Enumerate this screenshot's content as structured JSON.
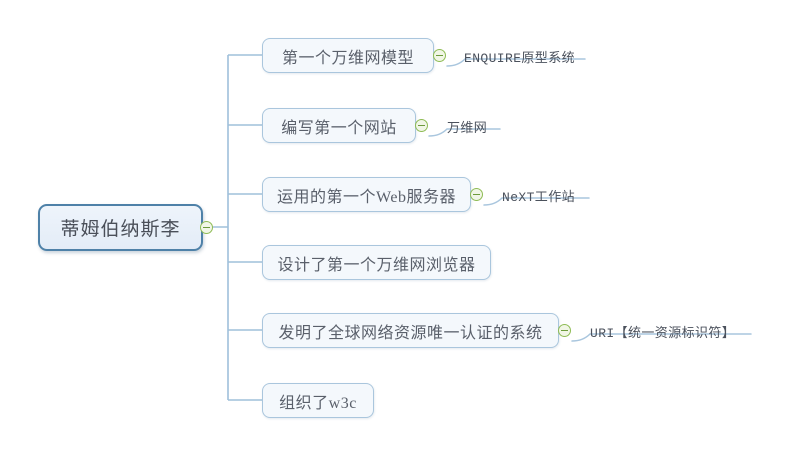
{
  "diagram": {
    "type": "mind-map",
    "title": "蒂姆伯纳斯李",
    "background_color": "#ffffff",
    "node_fill": "#f4f8fc",
    "node_border": "#aac6dd",
    "root_border": "#4e81a8",
    "connector_color": "#9fc0da",
    "toggle_color": "#8fbc55",
    "text_color": "#5a606b"
  },
  "root": {
    "label": "蒂姆伯纳斯李",
    "toggle": "collapse-toggle"
  },
  "branches": [
    {
      "label": "第一个万维网模型",
      "toggle": "collapse-toggle",
      "leaf": "ENQUIRE原型系统"
    },
    {
      "label": "编写第一个网站",
      "toggle": "collapse-toggle",
      "leaf": "万维网"
    },
    {
      "label": "运用的第一个Web服务器",
      "toggle": "collapse-toggle",
      "leaf": "NeXT工作站"
    },
    {
      "label": "设计了第一个万维网浏览器",
      "toggle": null,
      "leaf": null
    },
    {
      "label": "发明了全球网络资源唯一认证的系统",
      "toggle": "collapse-toggle",
      "leaf": "URI【统一资源标识符】"
    },
    {
      "label": "组织了w3c",
      "toggle": null,
      "leaf": null
    }
  ]
}
